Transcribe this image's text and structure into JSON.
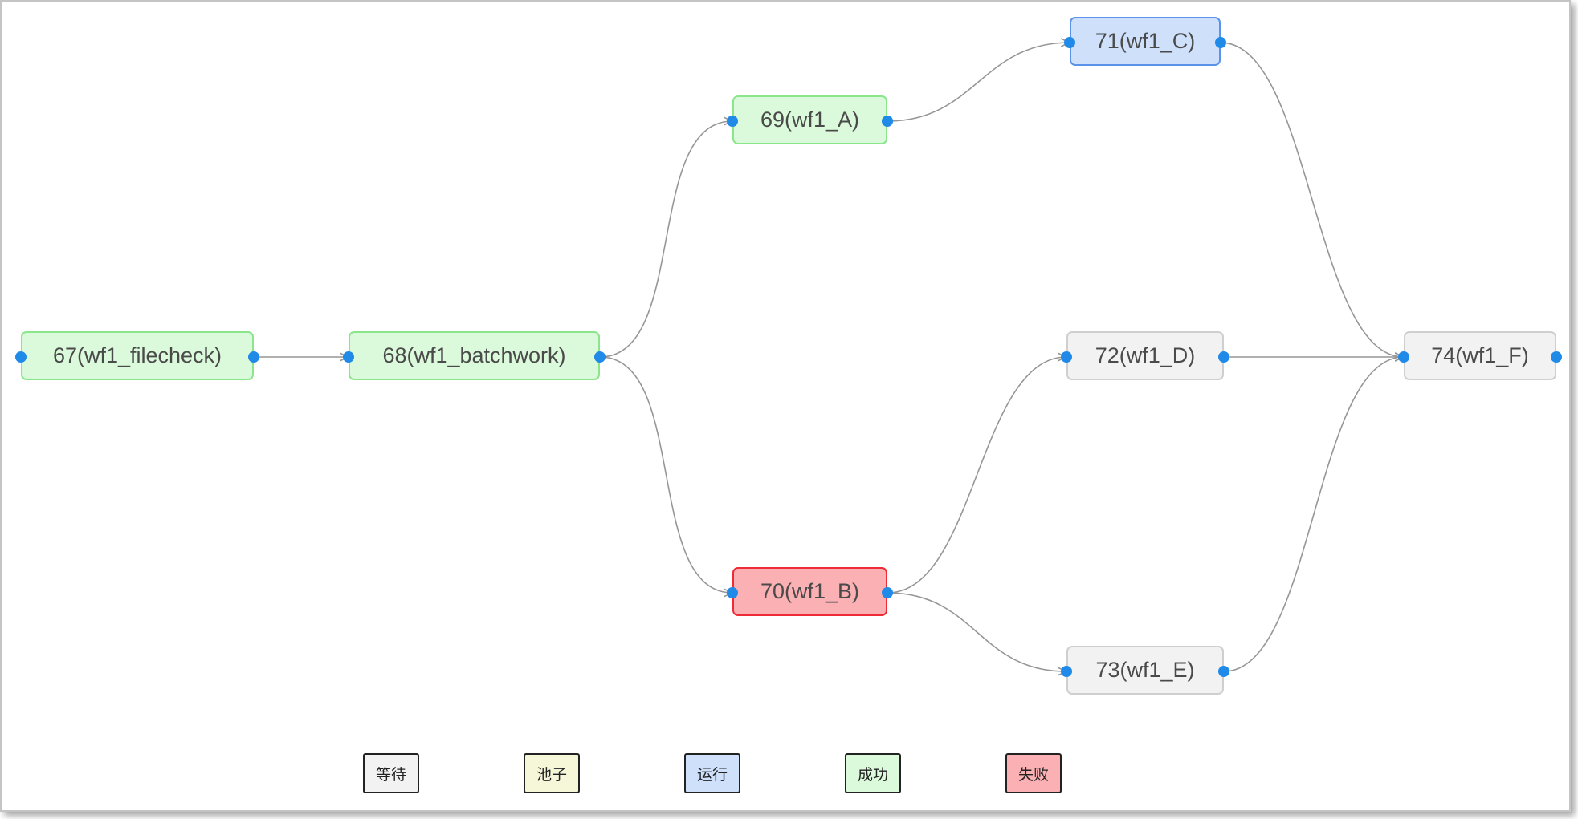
{
  "nodes": [
    {
      "id": "n67",
      "label": "67(wf1_filecheck)",
      "status": "success"
    },
    {
      "id": "n68",
      "label": "68(wf1_batchwork)",
      "status": "success"
    },
    {
      "id": "n69",
      "label": "69(wf1_A)",
      "status": "success"
    },
    {
      "id": "n70",
      "label": "70(wf1_B)",
      "status": "fail"
    },
    {
      "id": "n71",
      "label": "71(wf1_C)",
      "status": "running"
    },
    {
      "id": "n72",
      "label": "72(wf1_D)",
      "status": "waiting"
    },
    {
      "id": "n73",
      "label": "73(wf1_E)",
      "status": "waiting"
    },
    {
      "id": "n74",
      "label": "74(wf1_F)",
      "status": "waiting"
    }
  ],
  "edges": [
    {
      "from": "n67",
      "to": "n68"
    },
    {
      "from": "n68",
      "to": "n69"
    },
    {
      "from": "n68",
      "to": "n70"
    },
    {
      "from": "n69",
      "to": "n71"
    },
    {
      "from": "n70",
      "to": "n72"
    },
    {
      "from": "n70",
      "to": "n73"
    },
    {
      "from": "n71",
      "to": "n74"
    },
    {
      "from": "n72",
      "to": "n74"
    },
    {
      "from": "n73",
      "to": "n74"
    }
  ],
  "legend": {
    "waiting": "等待",
    "pool": "池子",
    "running": "运行",
    "success": "成功",
    "fail": "失败"
  },
  "colors": {
    "port": "#1f8ae8",
    "edge": "#969696",
    "waiting_fill": "#f2f2f2",
    "pool_fill": "#f6f6d9",
    "running_fill": "#cfe0fb",
    "success_fill": "#dbfadb",
    "fail_fill": "#fbb0b4"
  }
}
